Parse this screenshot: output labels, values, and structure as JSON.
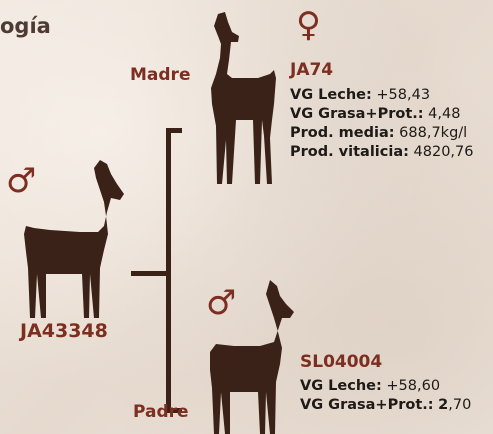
{
  "title": "ogía",
  "colors": {
    "accent": "#7c2e20",
    "goat": "#3a2218",
    "text": "#1e1a18"
  },
  "offspring": {
    "sex_symbol": "♂",
    "id": "JA43348",
    "icon": "goat-silhouette-icon"
  },
  "mother": {
    "role": "Madre",
    "sex_symbol": "♀",
    "id": "JA74",
    "icon": "goat-silhouette-icon",
    "stats": [
      {
        "label": "VG Leche:",
        "value": "+58,43"
      },
      {
        "label": "VG Grasa+Prot.:",
        "value": "4,48"
      },
      {
        "label": "Prod. media:",
        "value": "688,7kg/l"
      },
      {
        "label": "Prod. vitalicia:",
        "value": "4820,76"
      }
    ]
  },
  "father": {
    "role": "Padre",
    "sex_symbol": "♂",
    "id": "SL04004",
    "icon": "goat-silhouette-icon",
    "stats": [
      {
        "label": "VG Leche:",
        "value": "+58,60"
      },
      {
        "label": "VG Grasa+Prot.:",
        "value_bold": "2",
        "value": ",70"
      }
    ]
  }
}
